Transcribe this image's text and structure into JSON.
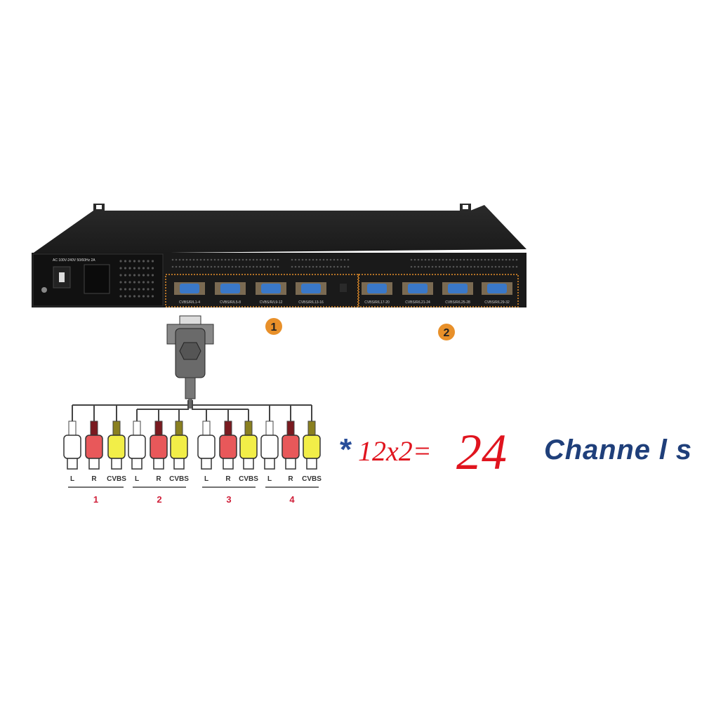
{
  "device": {
    "power_label": "AC 100V-240V 50/60Hz 2A",
    "port_labels": [
      "CVBS/R/L1-4",
      "CVBS/R/L5-8",
      "CVBS/R/L9-12",
      "CVBS/R/L13-16",
      "CVBS/R/L17-20",
      "CVBS/R/L21-24",
      "CVBS/R/L25-28",
      "CVBS/R/L29-32"
    ],
    "group_badges": [
      "1",
      "2"
    ]
  },
  "cable": {
    "plug_labels": [
      "L",
      "R",
      "CVBS"
    ],
    "plug_colors": [
      "#ffffff",
      "#e8585a",
      "#f2ee48"
    ],
    "group_numbers": [
      "1",
      "2",
      "3",
      "4"
    ]
  },
  "formula": {
    "star": "*",
    "expression": "12x2=",
    "total": "24",
    "unit": "Channe l s"
  },
  "colors": {
    "accent_orange": "#e8902a",
    "formula_red": "#e0141e",
    "unit_blue": "#1f3f7a",
    "chassis": "#1d1d1d"
  }
}
